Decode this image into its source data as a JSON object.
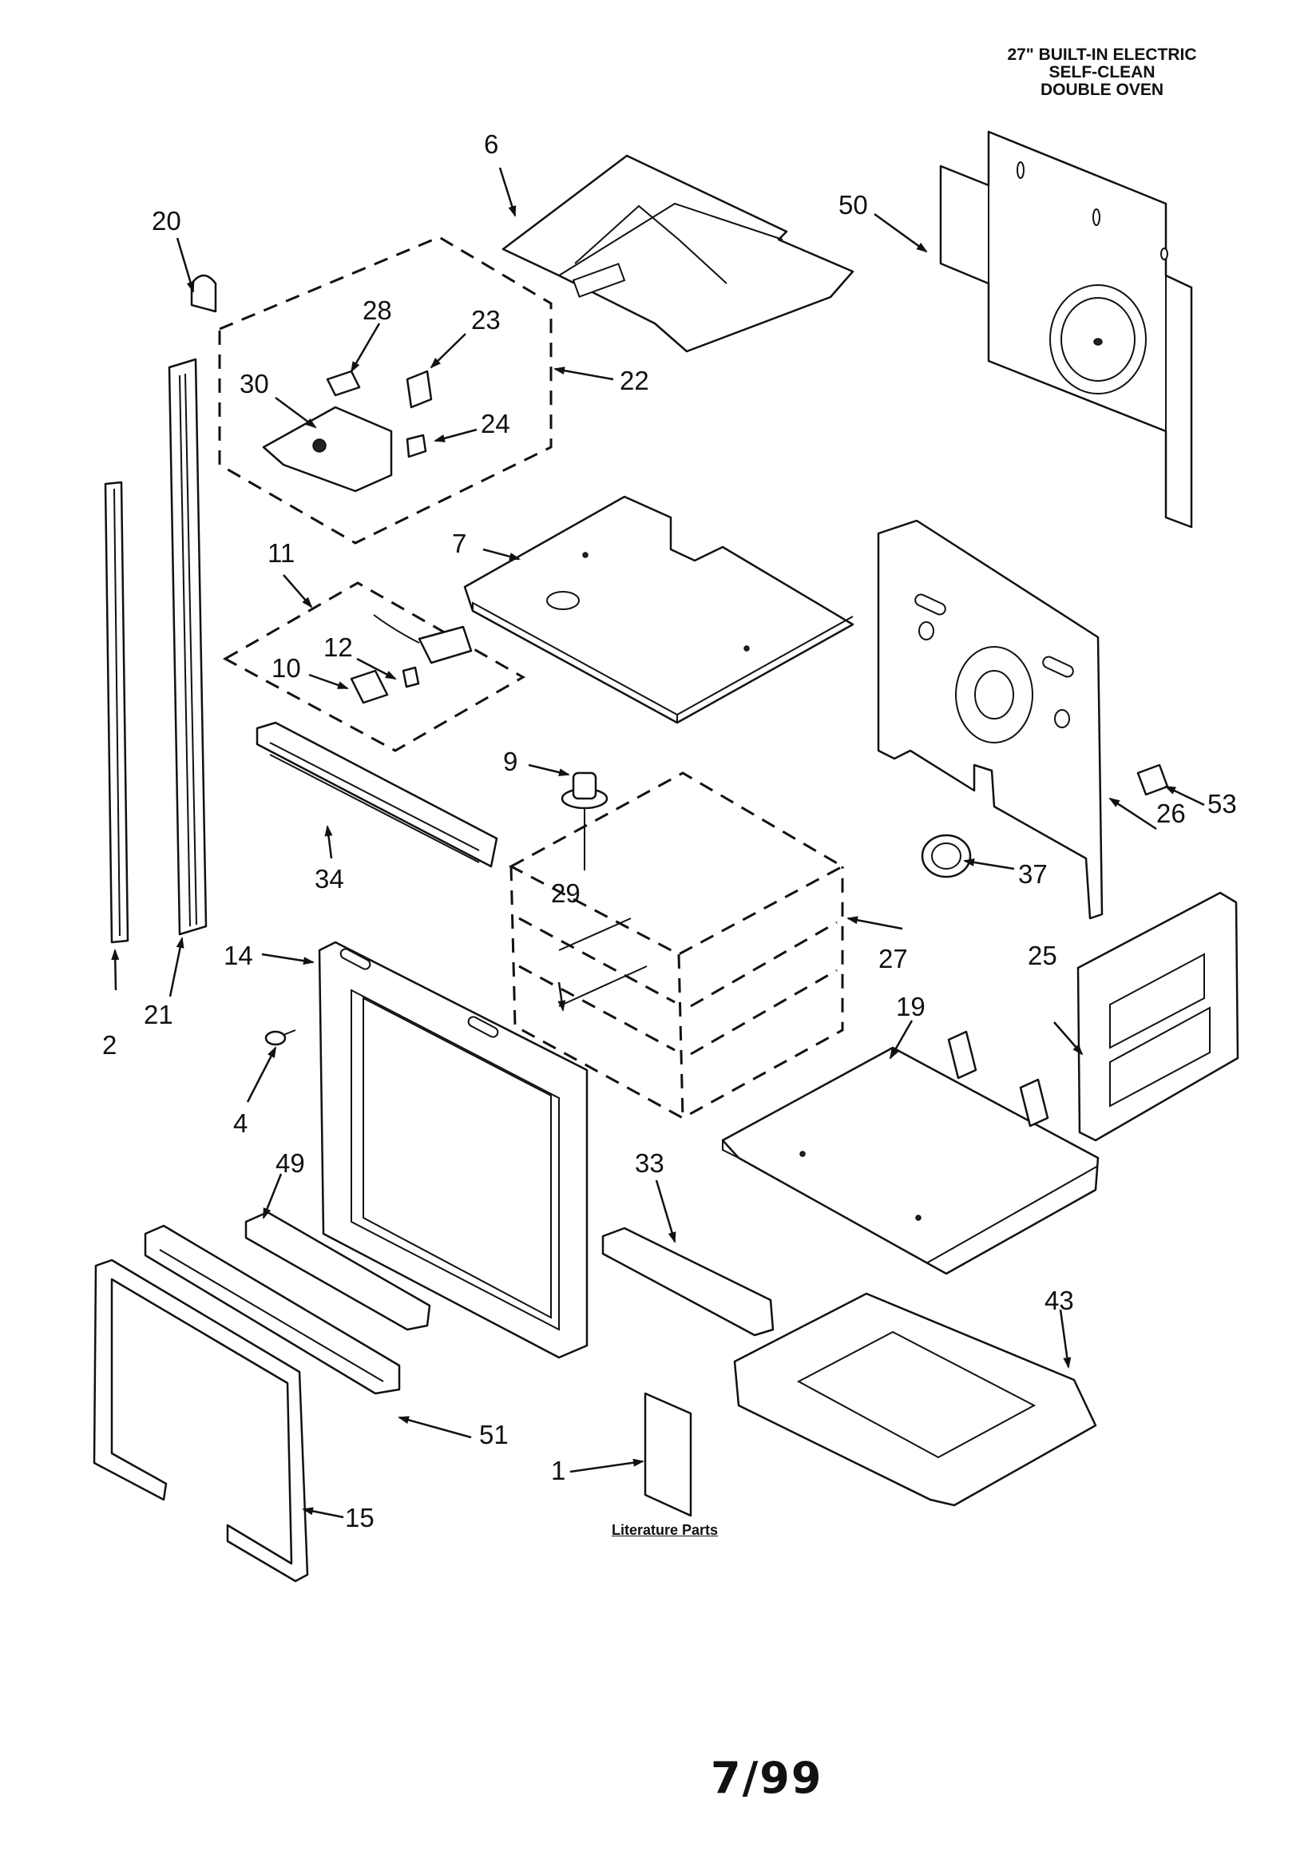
{
  "title_lines": [
    "27\" BUILT-IN ELECTRIC",
    "SELF-CLEAN",
    "DOUBLE OVEN"
  ],
  "literature_caption": "Literature Parts",
  "footer_date": "7/99",
  "part_labels": [
    "1",
    "2",
    "4",
    "6",
    "7",
    "9",
    "10",
    "11",
    "12",
    "14",
    "15",
    "19",
    "20",
    "21",
    "22",
    "23",
    "24",
    "25",
    "26",
    "27",
    "28",
    "29",
    "30",
    "33",
    "34",
    "37",
    "43",
    "49",
    "50",
    "51",
    "53"
  ]
}
